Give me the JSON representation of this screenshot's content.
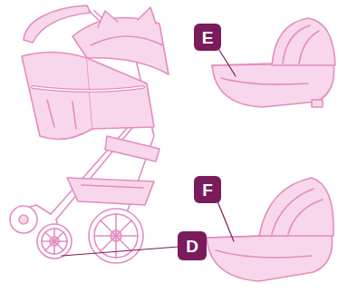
{
  "diagram": {
    "nodes": [
      {
        "text": [
          "E"
        ]
      },
      {
        "text": [
          "F"
        ]
      },
      {
        "text": [
          "D"
        ]
      }
    ]
  }
}
